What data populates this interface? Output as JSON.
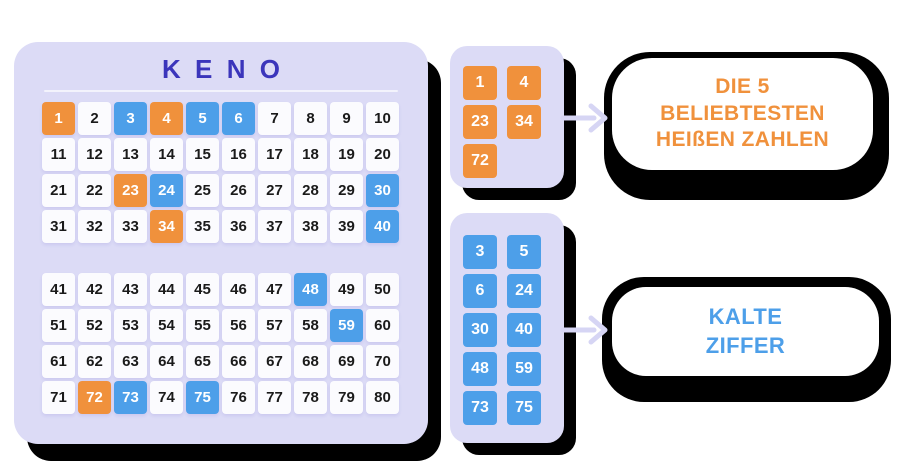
{
  "colors": {
    "hot_orange": "#F0913C",
    "cold_blue": "#4D9FE9",
    "panel_lavender": "#DCDBF6",
    "title_indigo": "#3B35BB",
    "tile_white": "#FBFBFE",
    "number_black": "#1A1A1A",
    "arrow_lavender": "#D6D5F4",
    "shadow_black": "#000000",
    "callout_white": "#FFFFFF"
  },
  "board": {
    "title": "KENO",
    "rows": [
      [
        1,
        2,
        3,
        4,
        5,
        6,
        7,
        8,
        9,
        10
      ],
      [
        11,
        12,
        13,
        14,
        15,
        16,
        17,
        18,
        19,
        20
      ],
      [
        21,
        22,
        23,
        24,
        25,
        26,
        27,
        28,
        29,
        30
      ],
      [
        31,
        32,
        33,
        34,
        35,
        36,
        37,
        38,
        39,
        40
      ],
      [
        41,
        42,
        43,
        44,
        45,
        46,
        47,
        48,
        49,
        50
      ],
      [
        51,
        52,
        53,
        54,
        55,
        56,
        57,
        58,
        59,
        60
      ],
      [
        61,
        62,
        63,
        64,
        65,
        66,
        67,
        68,
        69,
        70
      ],
      [
        71,
        72,
        73,
        74,
        75,
        76,
        77,
        78,
        79,
        80
      ]
    ],
    "hot_numbers": [
      1,
      4,
      23,
      34,
      72
    ],
    "cold_numbers": [
      3,
      5,
      6,
      24,
      30,
      40,
      48,
      59,
      73,
      75
    ]
  },
  "hot_panel": {
    "rows": [
      [
        1,
        4
      ],
      [
        23,
        34
      ],
      [
        72
      ]
    ]
  },
  "cold_panel": {
    "rows": [
      [
        3,
        5
      ],
      [
        6,
        24
      ],
      [
        30,
        40
      ],
      [
        48,
        59
      ],
      [
        73,
        75
      ]
    ]
  },
  "hot_label": {
    "text": "DIE 5\nBELIEBTESTEN\nHEIßEN ZAHLEN"
  },
  "cold_label": {
    "text": "KALTE\nZIFFER"
  }
}
